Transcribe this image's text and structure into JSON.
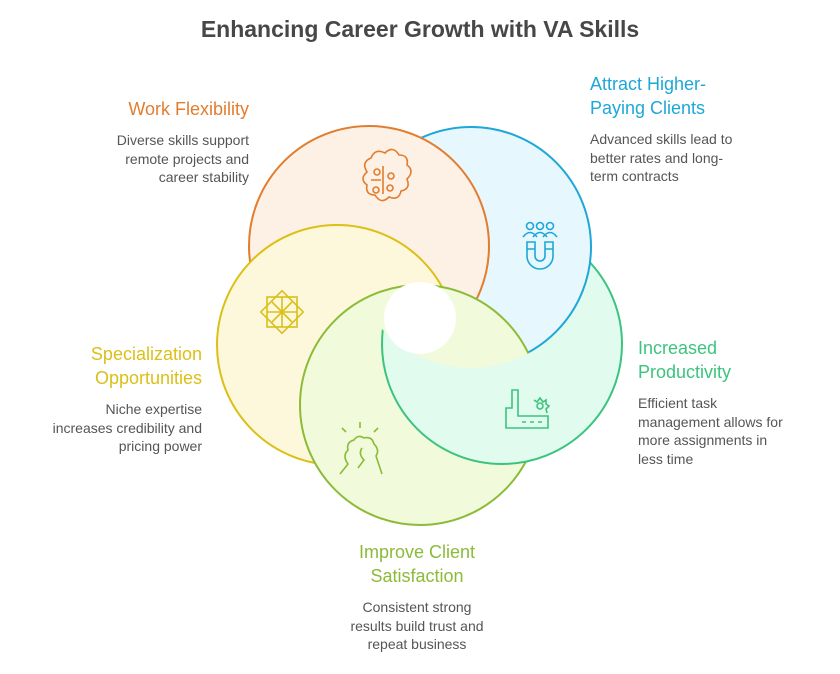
{
  "title": "Enhancing Career Growth with VA Skills",
  "items": [
    {
      "heading": "Work Flexibility",
      "body": [
        "Diverse skills support",
        "remote projects and",
        "career stability"
      ],
      "icon": "brain-circuit-icon",
      "color": "#e27d2f"
    },
    {
      "heading": [
        "Attract Higher-",
        "Paying Clients"
      ],
      "body": [
        "Advanced skills lead to",
        "better rates and long-",
        "term contracts"
      ],
      "icon": "people-magnet-icon",
      "color": "#1ea7d8"
    },
    {
      "heading": [
        "Increased",
        "Productivity"
      ],
      "body": [
        "Efficient task",
        "management allows for",
        "more assignments in",
        "less time"
      ],
      "icon": "factory-gear-icon",
      "color": "#3cc47e"
    },
    {
      "heading": [
        "Improve Client",
        "Satisfaction"
      ],
      "body": [
        "Consistent strong",
        "results build trust and",
        "repeat business"
      ],
      "icon": "handshake-icon",
      "color": "#8cbb38"
    },
    {
      "heading": [
        "Specialization",
        "Opportunities"
      ],
      "body": [
        "Niche expertise",
        "increases credibility and",
        "pricing power"
      ],
      "icon": "star-pattern-icon",
      "color": "#dcbf17"
    }
  ]
}
